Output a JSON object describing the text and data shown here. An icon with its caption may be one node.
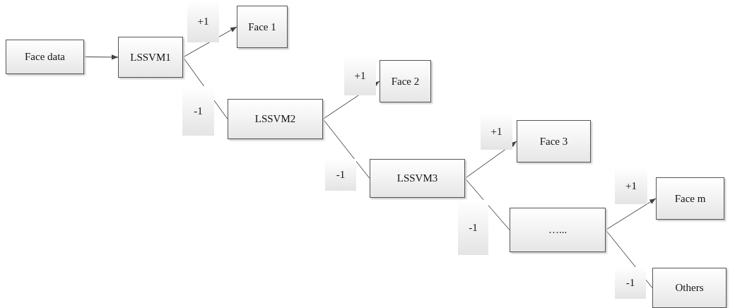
{
  "diagram": {
    "nodes": [
      {
        "text": [
          "Face data"
        ]
      },
      {
        "text": [
          "LSSVM1"
        ]
      },
      {
        "text": [
          "Face 1"
        ]
      },
      {
        "text": [
          "LSSVM2"
        ]
      },
      {
        "text": [
          "Face 2"
        ]
      },
      {
        "text": [
          "LSSVM3"
        ]
      },
      {
        "text": [
          "Face 3"
        ]
      },
      {
        "text": [
          "…..."
        ]
      },
      {
        "text": [
          "Face m"
        ]
      },
      {
        "text": [
          "Others"
        ]
      }
    ],
    "edges": [
      {
        "from": 0,
        "to": 1,
        "arrow": "to"
      },
      {
        "from": 1,
        "to": 2,
        "arrow": "to",
        "label": "+1"
      },
      {
        "from": 1,
        "to": 3,
        "arrow": "none",
        "label": "-1"
      },
      {
        "from": 3,
        "to": 4,
        "arrow": "to",
        "label": "+1"
      },
      {
        "from": 3,
        "to": 5,
        "arrow": "none",
        "label": "-1"
      },
      {
        "from": 5,
        "to": 6,
        "arrow": "to",
        "label": "+1"
      },
      {
        "from": 5,
        "to": 7,
        "arrow": "none",
        "label": "-1"
      },
      {
        "from": 7,
        "to": 8,
        "arrow": "to",
        "label": "+1"
      },
      {
        "from": 7,
        "to": 9,
        "arrow": "none",
        "label": "-1"
      }
    ]
  }
}
